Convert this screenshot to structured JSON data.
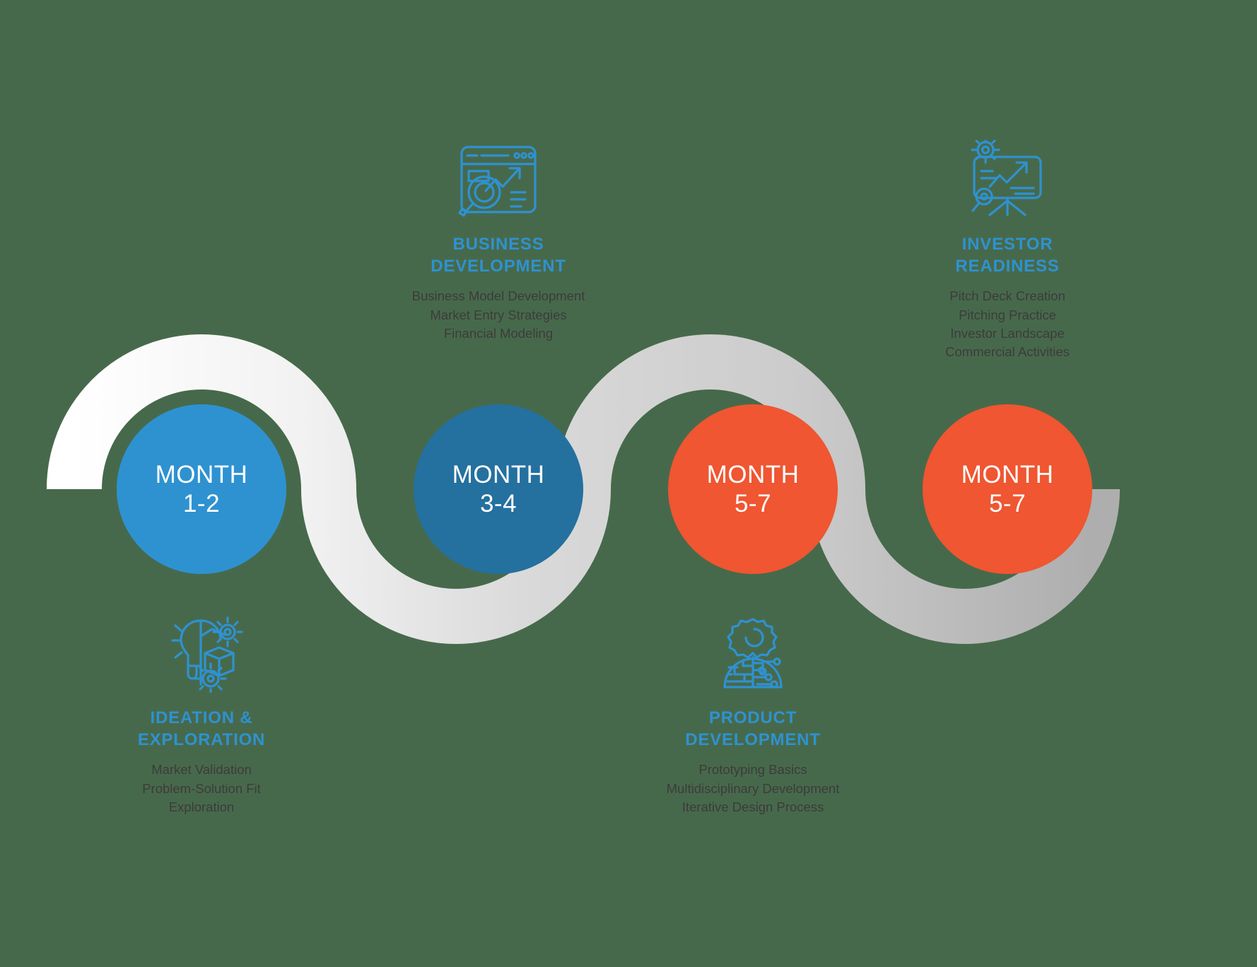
{
  "diagram": {
    "type": "s-curve-timeline",
    "background_color": "#47694b",
    "ribbon_color_start": "#ffffff",
    "ribbon_color_end": "#b0b0b0",
    "title_color": "#2e92d1",
    "body_text_color": "#3c3c3c"
  },
  "milestones": [
    {
      "id": "ideation",
      "circle_word": "MONTH",
      "circle_range": "1-2",
      "circle_color": "#2e92d1",
      "icon": "lightbulb-brain-gear-icon",
      "title": "IDEATION &\nEXPLORATION",
      "items": [
        "Market Validation",
        "Problem-Solution Fit",
        "Exploration"
      ],
      "position": "below"
    },
    {
      "id": "business-development",
      "circle_word": "MONTH",
      "circle_range": "3-4",
      "circle_color": "#24709f",
      "icon": "browser-growth-chart-icon",
      "title": "BUSINESS\nDEVELOPMENT",
      "items": [
        "Business Model Development",
        "Market Entry Strategies",
        "Financial Modeling"
      ],
      "position": "above"
    },
    {
      "id": "product-development",
      "circle_word": "MONTH",
      "circle_range": "5-7",
      "circle_color": "#ef5631",
      "icon": "brain-circuit-gear-icon",
      "title": "PRODUCT\nDEVELOPMENT",
      "items": [
        "Prototyping Basics",
        "Multidisciplinary Development",
        "Iterative Design Process"
      ],
      "position": "below"
    },
    {
      "id": "investor-readiness",
      "circle_word": "MONTH",
      "circle_range": "5-7",
      "circle_color": "#ef5631",
      "icon": "presentation-board-growth-icon",
      "title": "INVESTOR\nREADINESS",
      "items": [
        "Pitch Deck Creation",
        "Pitching Practice",
        "Investor Landscape",
        "Commercial Activities"
      ],
      "position": "above"
    }
  ]
}
